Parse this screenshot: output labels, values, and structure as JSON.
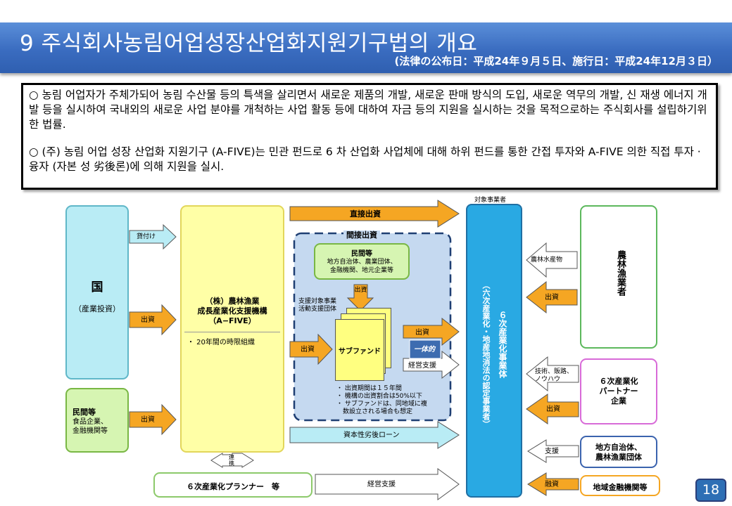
{
  "header": {
    "title": "9  주식회사농림어업성장산업화지원기구법의 개요",
    "subtitle": "(法律の公布日：平成24年９月５日、施行日：平成24年12月３日）"
  },
  "summary": {
    "item1": "○ 농림 어업자가 주체가되어 농림 수산물 등의 특색을 살리면서 새로운 제품의 개발, 새로운 판매 방식의 도입, 새로운 역무의 개발, 신 재생 에너지 개발 등을 실시하여 국내외의 새로운 사업 분야를 개척하는 사업 활동 등에 대하여 자금 등의 지원을 실시하는 것을 목적으로하는 주식회사를 설립하기위한 법률.",
    "item2": "○ (주) 농림 어업 성장 산업화 지원기구 (A-FIVE)는 민관 펀드로 6 차 산업화 사업체에 대해 하위 펀드를 통한 간접 투자와 A-FIVE 의한 직접 투자 · 융자 (자본 성 劣後론)에 의해 지원을 실시."
  },
  "diagram": {
    "kuni": {
      "title": "国",
      "sub": "（産業投資）"
    },
    "minkan_left": {
      "title": "民間等",
      "l1": "食品企業、",
      "l2": "金融機関等"
    },
    "afive": {
      "l1": "（株）農林漁業",
      "l2": "成長産業化支援機構",
      "l3": "（A−FIVE）",
      "note": "・ 20年間の時限組織"
    },
    "kanjou_label": "間接出資",
    "minkan_inner": {
      "title": "民間等",
      "l1": "地方自治体、農業団体、",
      "l2": "金融機関、地元企業等"
    },
    "shien_label": {
      "l1": "支援対象事業",
      "l2": "活動支援団体"
    },
    "subfund": "サブファンド",
    "ittaiteki": "一体的",
    "fund_notes": [
      "・ 出資期間は１５年間",
      "・ 機構の出資割合は50%以下",
      "・ サブファンドは、同地域に複",
      "　数設立される場合も想定"
    ],
    "target_header": "対象事業者",
    "target_box": "６次産業化事業体",
    "target_paren": "（六次産業化・地産地消法の認定事業者）",
    "farmers": "農林漁業者",
    "partner": {
      "l1": "６次産業化",
      "l2": "パートナー",
      "l3": "企業"
    },
    "localgov": {
      "l1": "地方自治体、",
      "l2": "農林漁業団体"
    },
    "localbank": "地域金融機関等",
    "planner": "６次産業化プランナー　等",
    "renkei": "連携",
    "arrows": {
      "kashitsuke": "貸付け",
      "shusshi": "出資",
      "chokusetsu": "直接出資",
      "shusshi_v": "出資",
      "keiei": "経営支援",
      "shihon": "資本性劣後ローン",
      "norin_products": "農林水産物",
      "gijutsu": "技術、販路、",
      "knowhow": "ノウハウ",
      "shien": "支援",
      "yushi": "融資"
    }
  },
  "page_number": "18"
}
